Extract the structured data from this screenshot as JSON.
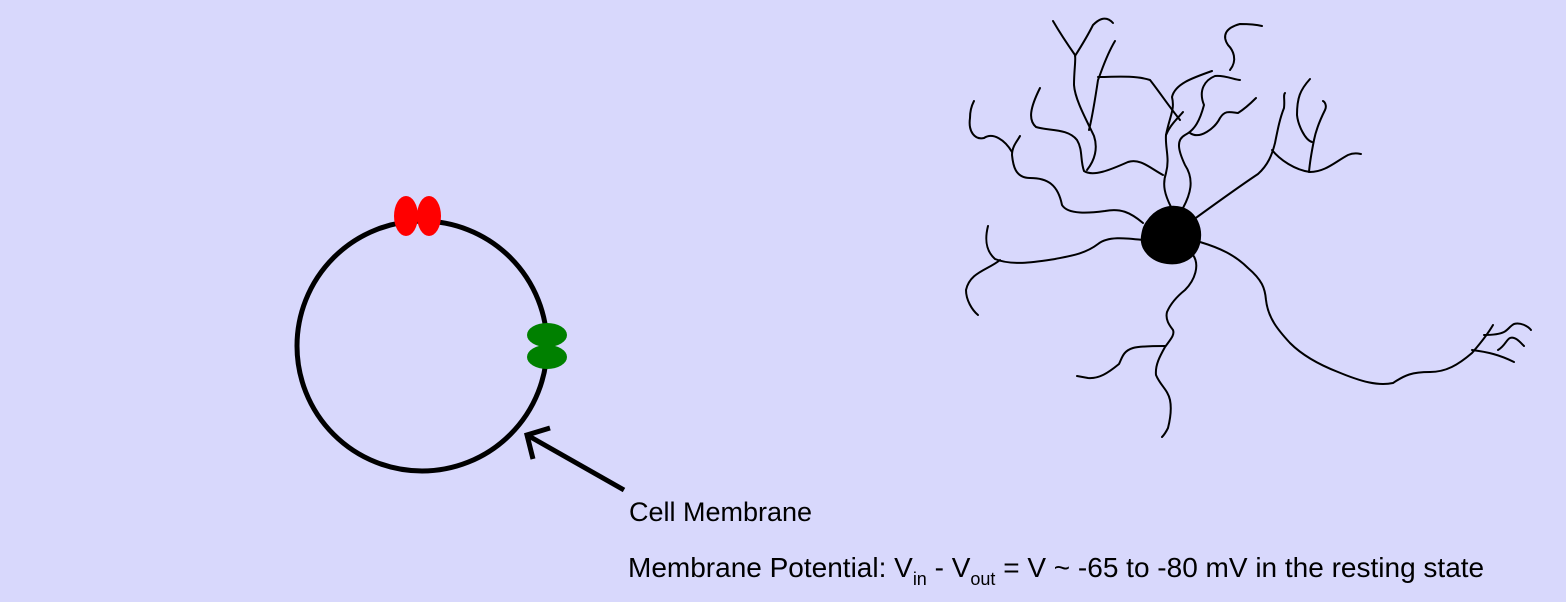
{
  "labels": {
    "cell_membrane": "Cell Membrane",
    "potential": {
      "prefix": "Membrane Potential: V",
      "sub_in": "in",
      "middle": " - V",
      "sub_out": "out",
      "suffix": " = V ~ -65 to -80 mV in the resting state"
    }
  },
  "colors": {
    "background": "#d8d8fc",
    "channel_top": "#ff0000",
    "channel_right": "#008000",
    "membrane": "#000000",
    "neuron": "#000000"
  }
}
